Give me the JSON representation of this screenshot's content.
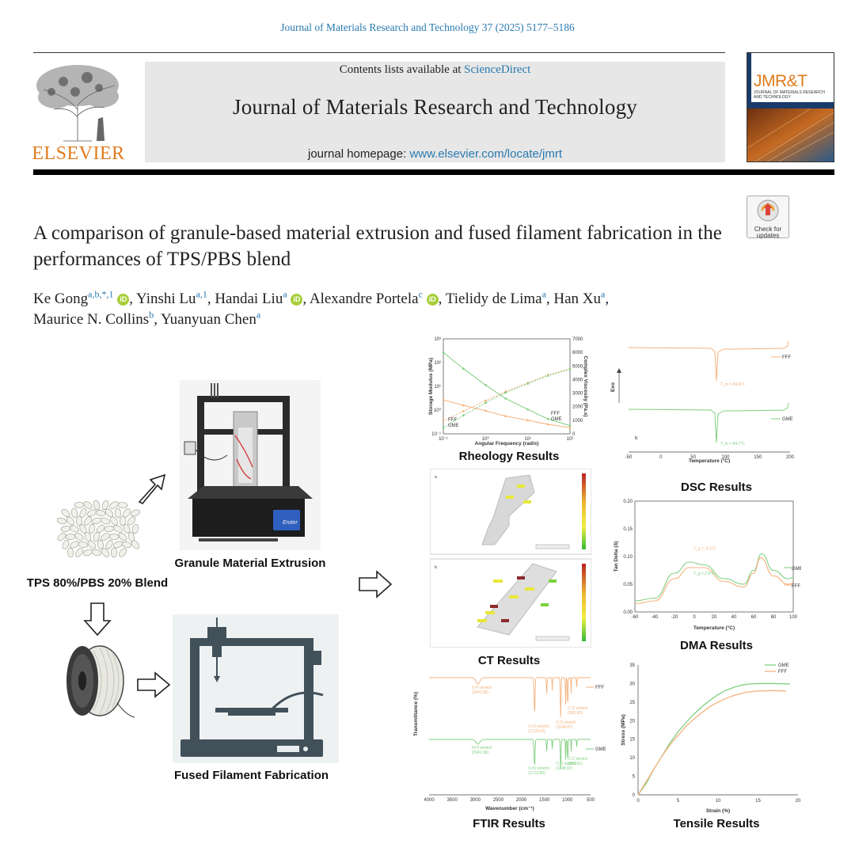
{
  "header": {
    "citation": "Journal of Materials Research and Technology 37 (2025) 5177–5186",
    "contents_prefix": "Contents lists available at ",
    "contents_link": "ScienceDirect",
    "journal_name": "Journal of Materials Research and Technology",
    "homepage_prefix": "journal homepage: ",
    "homepage_link": "www.elsevier.com/locate/jmrt",
    "publisher": "ELSEVIER",
    "cover_logo": "JMR&T",
    "cover_subtitle": "JOURNAL OF MATERIALS RESEARCH AND TECHNOLOGY",
    "check_updates": "Check for updates"
  },
  "article": {
    "title": "A comparison of granule-based material extrusion and fused filament fabrication in the performances of TPS/PBS blend",
    "authors": [
      {
        "name": "Ke Gong",
        "aff": "a,b,*,1",
        "orcid": true,
        "sep": ", "
      },
      {
        "name": "Yinshi Lu",
        "aff": "a,1",
        "orcid": false,
        "sep": ", "
      },
      {
        "name": "Handai Liu",
        "aff": "a",
        "orcid": true,
        "sep": ", "
      },
      {
        "name": "Alexandre Portela",
        "aff": "c",
        "orcid": true,
        "sep": ", "
      },
      {
        "name": "Tielidy de Lima",
        "aff": "a",
        "orcid": false,
        "sep": ", "
      },
      {
        "name": "Han Xu",
        "aff": "a",
        "orcid": false,
        "sep": ","
      },
      {
        "name": "Maurice N. Collins",
        "aff": "b",
        "orcid": false,
        "sep": ", "
      },
      {
        "name": "Yuanyuan Chen",
        "aff": "a",
        "orcid": false,
        "sep": ""
      }
    ]
  },
  "graphical_abstract": {
    "blend_label": "TPS 80%/PBS 20% Blend",
    "gme_label": "Granule Material Extrusion",
    "fff_label": "Fused Filament Fabrication",
    "printer_brand": "Ender",
    "captions": {
      "rheology": "Rheology Results",
      "ct": "CT Results",
      "ftir": "FTIR Results",
      "dsc": "DSC Results",
      "dma": "DMA Results",
      "tensile": "Tensile Results"
    },
    "colors": {
      "fff": "#f5b17c",
      "gme": "#7fcf7f"
    }
  },
  "chart_data": [
    {
      "type": "line",
      "chart": "rheology",
      "xlabel": "Angular Frequency (rad/s)",
      "ylabel": "Storage Modulus (MPa)",
      "y2label": "Complex Viscosity (Pa.s)",
      "x_ticks": [
        "10⁻¹",
        "10⁰",
        "10¹",
        "10²"
      ],
      "y_ticks": [
        "10⁻¹",
        "10⁰",
        "10¹",
        "10²",
        "10³"
      ],
      "y2_ticks": [
        "0",
        "1000",
        "2000",
        "3000",
        "4000",
        "5000",
        "6000",
        "7000"
      ],
      "x": [
        0.1,
        0.3,
        1,
        3,
        10,
        30,
        100
      ],
      "series": [
        {
          "name": "FFF",
          "values": [
            0.35,
            0.9,
            2.5,
            6,
            14,
            30,
            55
          ]
        },
        {
          "name": "GME",
          "values": [
            0.18,
            0.6,
            2,
            5.5,
            13,
            28,
            52
          ]
        },
        {
          "name": "FFF",
          "values": [
            2500,
            2100,
            1700,
            1300,
            1000,
            700,
            450
          ]
        },
        {
          "name": "GME",
          "values": [
            6000,
            4800,
            3600,
            2600,
            1800,
            1100,
            600
          ]
        }
      ]
    },
    {
      "type": "line",
      "chart": "dsc",
      "xlabel": "Temperature (°C)",
      "ylabel": "Exo",
      "panel": "b",
      "x_ticks": [
        "-50",
        "0",
        "50",
        "100",
        "150",
        "200"
      ],
      "xlim": [
        -50,
        200
      ],
      "annotations": [
        "T_m = 84.8°C",
        "T_m = 84.7°C"
      ],
      "series": [
        {
          "name": "FFF",
          "peak_x": 84.8
        },
        {
          "name": "GME",
          "peak_x": 84.7
        }
      ]
    },
    {
      "type": "line",
      "chart": "dma",
      "xlabel": "Temperature (°C)",
      "ylabel": "Tan Delta (δ)",
      "x_ticks": [
        "-60",
        "-40",
        "-20",
        "0",
        "20",
        "40",
        "60",
        "80",
        "100"
      ],
      "y_ticks": [
        "0.00",
        "0.05",
        "0.10",
        "0.15",
        "0.20"
      ],
      "xlim": [
        -60,
        100
      ],
      "ylim": [
        0,
        0.2
      ],
      "annotations": [
        "T_g = -4.2°C",
        "T_g = 2.8°C"
      ],
      "series": [
        {
          "name": "GME",
          "x": [
            -60,
            -40,
            -20,
            -5,
            10,
            30,
            50,
            60,
            68,
            80,
            95,
            100
          ],
          "values": [
            0.02,
            0.025,
            0.07,
            0.09,
            0.085,
            0.06,
            0.05,
            0.075,
            0.105,
            0.075,
            0.06,
            0.062
          ]
        },
        {
          "name": "FFF",
          "x": [
            -60,
            -40,
            -20,
            -5,
            10,
            30,
            50,
            60,
            67,
            80,
            95,
            100
          ],
          "values": [
            0.015,
            0.02,
            0.06,
            0.08,
            0.08,
            0.055,
            0.045,
            0.07,
            0.098,
            0.065,
            0.05,
            0.052
          ]
        }
      ]
    },
    {
      "type": "line",
      "chart": "ftir",
      "xlabel": "Wavenumber (cm⁻¹)",
      "ylabel": "Transmittance (%)",
      "x_ticks": [
        "4000",
        "3500",
        "3000",
        "2500",
        "2000",
        "1500",
        "1000",
        "500"
      ],
      "annotations_fff": [
        "O-H stretch (2941.89)",
        "C=O stretch (1715.02)",
        "C-O stretch (1148.97)",
        "C-O stretch (995.95)"
      ],
      "annotations_gme": [
        "O-H stretch (2941.36)",
        "C=O stretch (1713.89)",
        "C-O stretch (1148.97)",
        "C-C stretch (993.81)"
      ],
      "series": [
        {
          "name": "FFF"
        },
        {
          "name": "GME"
        }
      ]
    },
    {
      "type": "line",
      "chart": "tensile",
      "xlabel": "Strain (%)",
      "ylabel": "Stress (MPa)",
      "x_ticks": [
        "0",
        "5",
        "10",
        "15",
        "20"
      ],
      "y_ticks": [
        "0",
        "5",
        "10",
        "15",
        "20",
        "25",
        "30",
        "35"
      ],
      "xlim": [
        0,
        20
      ],
      "ylim": [
        0,
        35
      ],
      "series": [
        {
          "name": "GME",
          "x": [
            0,
            1,
            2,
            3,
            4,
            5,
            6,
            7,
            8,
            9,
            10,
            11,
            12,
            13,
            14,
            15,
            17,
            19
          ],
          "values": [
            0,
            3,
            7,
            10.5,
            14,
            17,
            19.5,
            21.8,
            23.8,
            25.5,
            27,
            28.2,
            29,
            29.6,
            29.9,
            30,
            30,
            29.9
          ]
        },
        {
          "name": "FFF",
          "x": [
            0,
            1,
            2,
            3,
            4,
            5,
            6,
            7,
            8,
            9,
            10,
            11,
            12,
            13,
            14,
            15,
            17,
            18.5
          ],
          "values": [
            0,
            3.5,
            7,
            10.5,
            13.5,
            16,
            18.5,
            20.5,
            22.2,
            23.8,
            25,
            26,
            26.8,
            27.4,
            27.8,
            28,
            28.1,
            28
          ]
        }
      ]
    }
  ]
}
